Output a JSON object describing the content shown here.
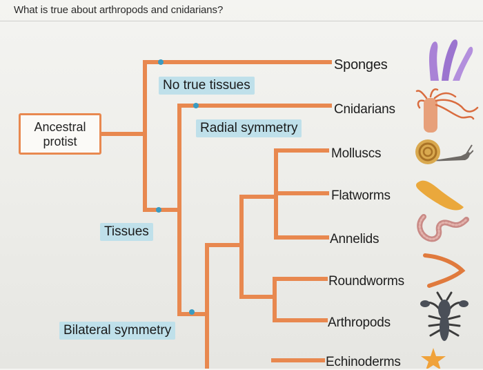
{
  "question": "What is true about arthropods and cnidarians?",
  "root": {
    "line1": "Ancestral",
    "line2": "protist"
  },
  "traits": {
    "no_true_tissues": "No true tissues",
    "radial_symmetry": "Radial symmetry",
    "tissues": "Tissues",
    "bilateral_symmetry": "Bilateral symmetry"
  },
  "taxa": {
    "sponges": "Sponges",
    "cnidarians": "Cnidarians",
    "molluscs": "Molluscs",
    "flatworms": "Flatworms",
    "annelids": "Annelids",
    "roundworms": "Roundworms",
    "arthropods": "Arthropods",
    "echinoderms": "Echinoderms"
  },
  "colors": {
    "branch": "#e8884f",
    "node": "#3a9bc2",
    "label_bg": "#bfe0ea"
  }
}
